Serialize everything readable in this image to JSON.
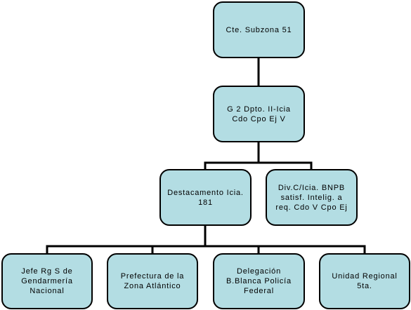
{
  "diagram": {
    "root": {
      "label": "Cte. Subzona 51"
    },
    "level1": {
      "label": "G 2 Dpto. II-Icia\nCdo Cpo Ej V"
    },
    "level2": [
      {
        "label": "Destacamento Icia.\n181"
      },
      {
        "label": "Div.C/Icia. BNPB\nsatisf. Intelig. a\nreq. Cdo V Cpo Ej"
      }
    ],
    "level3": [
      {
        "label": "Jefe Rg S de\nGendarmería\nNacional"
      },
      {
        "label": "Prefectura de la\nZona Atlántico"
      },
      {
        "label": "Delegación\nB.Blanca Policía\nFederal"
      },
      {
        "label": "Unidad Regional\n5ta."
      }
    ]
  },
  "colors": {
    "node_fill": "#b3dde3",
    "node_border": "#000000",
    "connector": "#000000"
  }
}
